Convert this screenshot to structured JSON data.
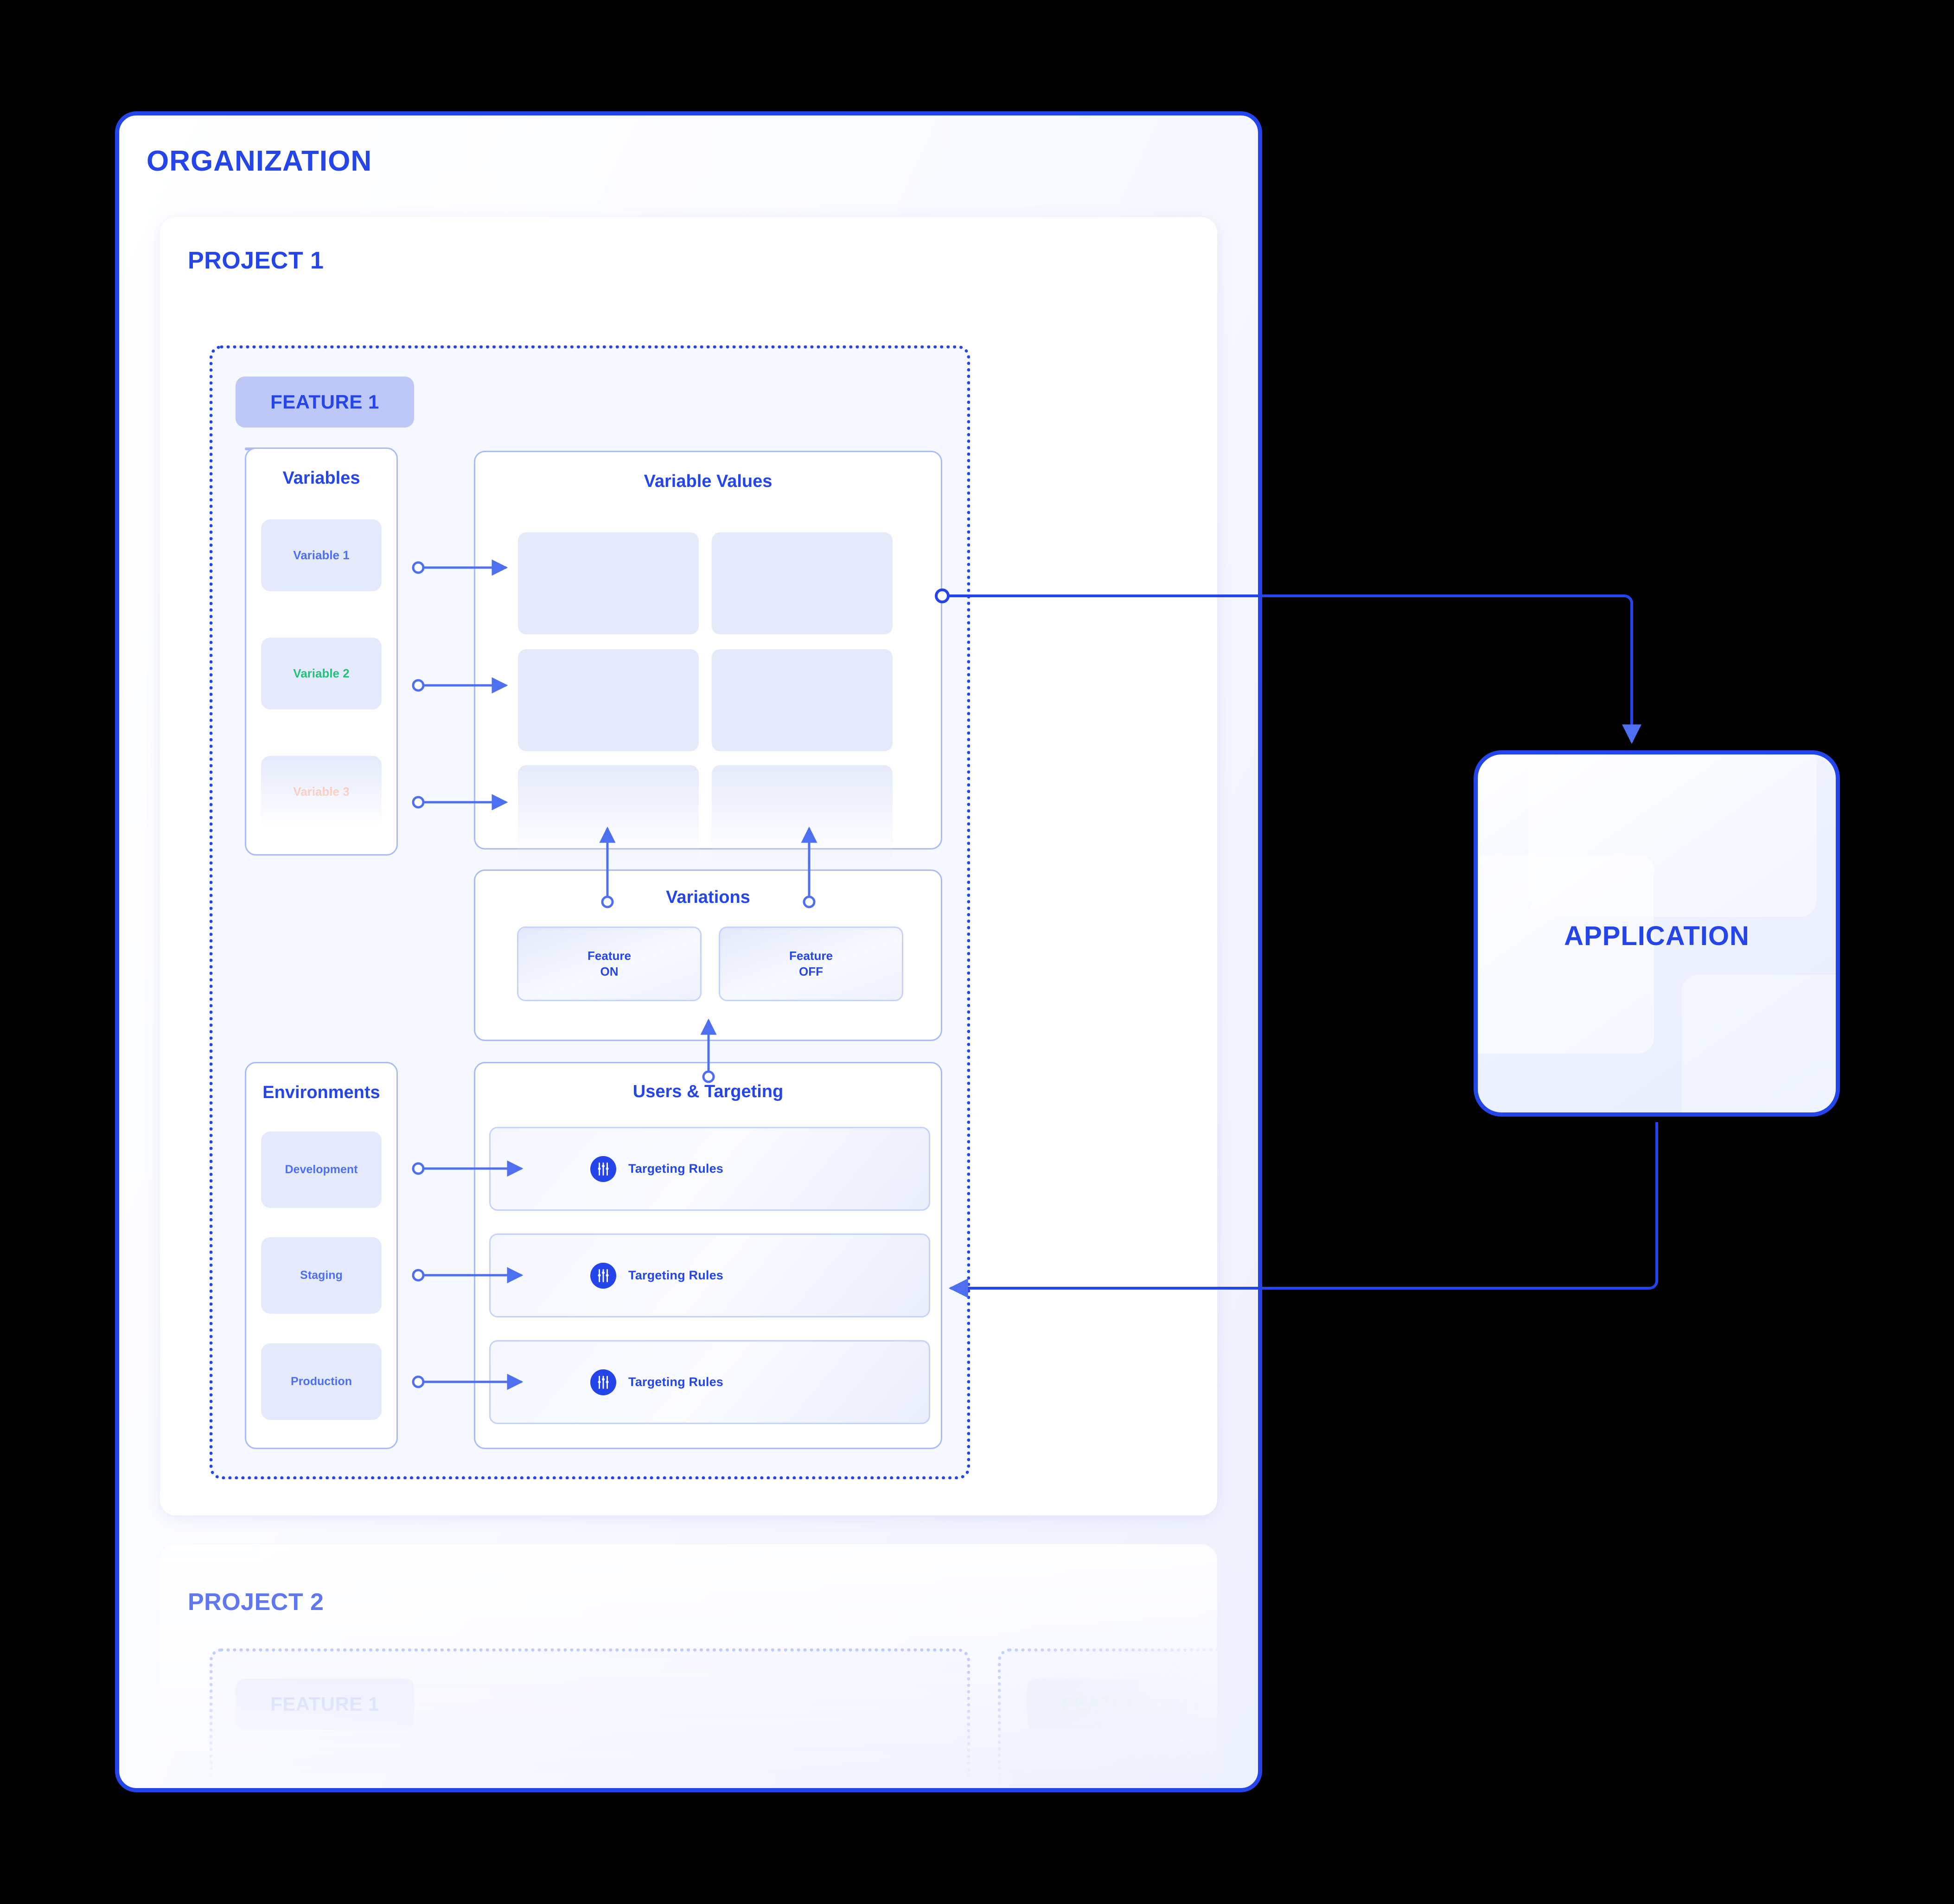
{
  "organization": {
    "title": "ORGANIZATION"
  },
  "projects": [
    {
      "title": "PROJECT 1",
      "state": "active"
    },
    {
      "title": "PROJECT 2",
      "state": "faded"
    }
  ],
  "features": [
    {
      "badge": "FEATURE 1",
      "state": "active"
    },
    {
      "badge": "FEATURE 2",
      "state": "faded"
    }
  ],
  "panels": {
    "variables": {
      "title": "Variables"
    },
    "variable_values": {
      "title": "Variable Values"
    },
    "variations": {
      "title": "Variations"
    },
    "environments": {
      "title": "Environments"
    },
    "users_targeting": {
      "title": "Users & Targeting"
    }
  },
  "variables": [
    {
      "label": "Variable 1",
      "color": "#4d6ff0"
    },
    {
      "label": "Variable 2",
      "color": "#25c178"
    },
    {
      "label": "Variable 3",
      "color": "#f79d86"
    }
  ],
  "variations": [
    {
      "line1": "Feature",
      "line2": "ON"
    },
    {
      "line1": "Feature",
      "line2": "OFF"
    }
  ],
  "environments": [
    {
      "label": "Development"
    },
    {
      "label": "Staging"
    },
    {
      "label": "Production"
    }
  ],
  "targeting_rules": [
    {
      "label": "Targeting Rules",
      "icon": "sliders-icon"
    },
    {
      "label": "Targeting Rules",
      "icon": "sliders-icon"
    },
    {
      "label": "Targeting Rules",
      "icon": "sliders-icon"
    }
  ],
  "application": {
    "title": "APPLICATION"
  },
  "project2_features": [
    {
      "badge": "FEATURE 1"
    },
    {
      "badge": "FEATURE 2"
    }
  ],
  "colors": {
    "accent_blue": "#2345ea",
    "variable_blue": "#4d6ff0",
    "variable_green": "#25c178",
    "variable_salmon": "#f79d86",
    "chip_bg": "#e4eafb",
    "badge_bg": "#bdc8f8",
    "panel_border": "#a9bcf6",
    "canvas": "#000000"
  }
}
